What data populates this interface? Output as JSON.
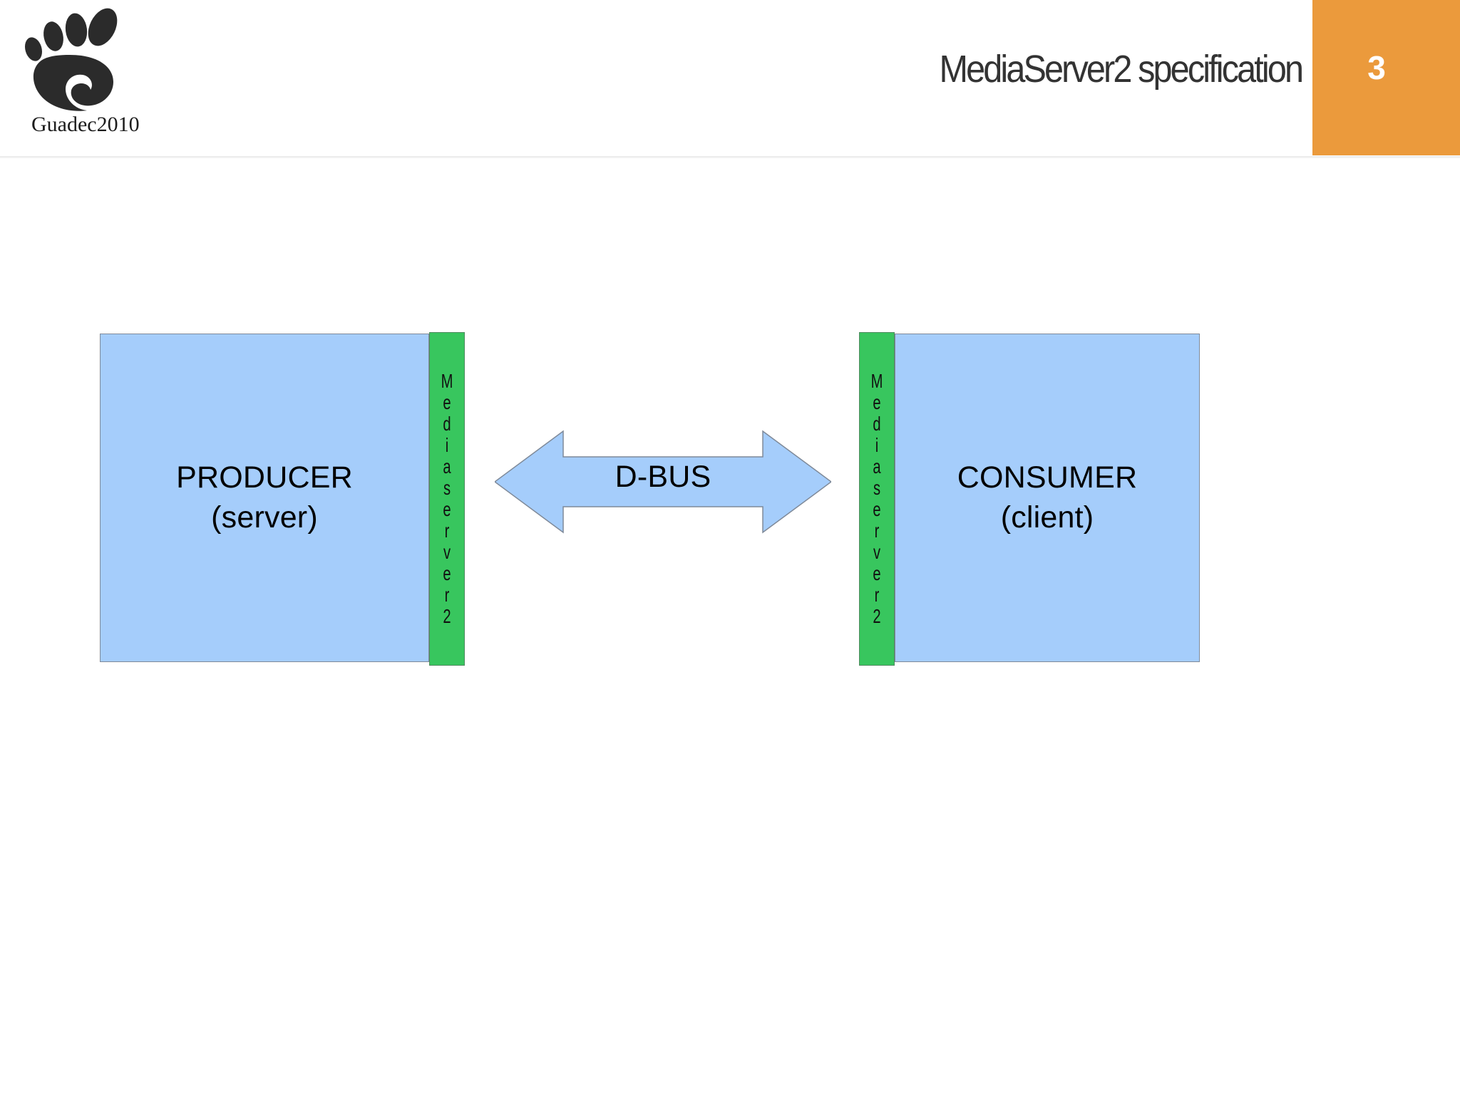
{
  "header": {
    "title": "MediaServer2 specification",
    "page_number": "3",
    "logo_caption": "Guadec2010",
    "logo_icon": "gnome-foot-icon",
    "accent_color": "#eb9a3c",
    "title_color": "#333333",
    "page_number_color": "#ffffff"
  },
  "diagram": {
    "type": "block-diagram",
    "colors": {
      "node_fill": "#a5cdfb",
      "node_border": "#7f8a99",
      "strip_fill": "#38c65e",
      "strip_border": "#4f8a60",
      "arrow_fill": "#a5cdfb",
      "arrow_border": "#7f8a99",
      "text": "#000000"
    },
    "nodes": [
      {
        "id": "producer",
        "line1": "PRODUCER",
        "line2": "(server)",
        "strip_label": "Mediaserver2",
        "strip_letters": [
          "M",
          "e",
          "d",
          "i",
          "a",
          "s",
          "e",
          "r",
          "v",
          "e",
          "r",
          "2"
        ],
        "strip_side": "right"
      },
      {
        "id": "consumer",
        "line1": "CONSUMER",
        "line2": "(client)",
        "strip_label": "Mediaserver2",
        "strip_letters": [
          "M",
          "e",
          "d",
          "i",
          "a",
          "s",
          "e",
          "r",
          "v",
          "e",
          "r",
          "2"
        ],
        "strip_side": "left"
      }
    ],
    "connector": {
      "label": "D-BUS",
      "shape": "double-headed-arrow",
      "direction": "bidirectional",
      "from": "producer",
      "to": "consumer"
    }
  }
}
